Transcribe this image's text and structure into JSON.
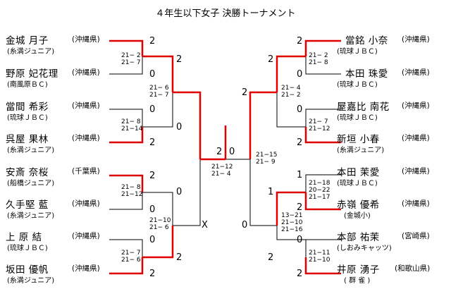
{
  "title": "４年生以下女子 決勝トーナメント",
  "left_players": [
    {
      "name": "金城 月子",
      "team": "(沖縄県)",
      "club": "(糸満ジュニア)"
    },
    {
      "name": "野原 妃花理",
      "team": "(沖縄県)",
      "club": "(南風原ＢＣ)"
    },
    {
      "name": "當間 希彩",
      "team": "(沖縄県)",
      "club": "(琉球ＪＢＣ)"
    },
    {
      "name": "呉屋 果林",
      "team": "(沖縄県)",
      "club": "(糸満ジュニア)"
    },
    {
      "name": "安斎 奈桜",
      "team": "(千葉県)",
      "club": "(船橋ジュニア)"
    },
    {
      "name": "久手堅 藍",
      "team": "(沖縄県)",
      "club": "(糸満ジュニア)"
    },
    {
      "name": "上 原 結",
      "team": "(沖縄県)",
      "club": "(琉球ＪＢＣ)"
    },
    {
      "name": "坂田 優帆",
      "team": "(沖縄県)",
      "club": "(糸満ジュニア)"
    }
  ],
  "right_players": [
    {
      "name": "當銘 小奈",
      "team": "(沖縄県)",
      "club": "(琉球ＪＢＣ)"
    },
    {
      "name": "本田 珠愛",
      "team": "(沖縄県)",
      "club": "(琉球ＪＢＣ)"
    },
    {
      "name": "屋嘉比 南花",
      "team": "(沖縄県)",
      "club": "(琉球ＪＢＣ)"
    },
    {
      "name": "新垣 小春",
      "team": "(沖縄県)",
      "club": "(糸満ジュニア)"
    },
    {
      "name": "本田 茉愛",
      "team": "(沖縄県)",
      "club": "(琉球ＪＢＣ)"
    },
    {
      "name": "赤嶺 優希",
      "team": "(沖縄県)",
      "club": "(金城小)"
    },
    {
      "name": "本部 祐茉",
      "team": "(宮崎県)",
      "club": "(しおみキャッツ)"
    },
    {
      "name": "井原 湧子",
      "team": "(和歌山県)",
      "club": "( 群 雀 )"
    }
  ],
  "wins": {
    "l1a": "2",
    "l1b": "0",
    "l1c": "0",
    "l1d": "2",
    "l1e": "2",
    "l1f": "0",
    "l1g": "0",
    "l1h": "2",
    "l2a": "2",
    "l2b": "0",
    "l2c": "0",
    "l2d": "2",
    "r1a": "2",
    "r1b": "0",
    "r1c": "0",
    "r1d": "2",
    "r1e": "1",
    "r1f": "2",
    "r1g": "0",
    "r1h": "2",
    "r2a": "2",
    "r2b": "1",
    "r2c": "0",
    "r2d": "2",
    "f_left": "2",
    "f_right": "0",
    "f_x": "X"
  },
  "scores": {
    "l_m1": "21− 2\n21− 7",
    "l_m2": "21− 8\n21−14",
    "l_m3": "21− 8\n21−12",
    "l_m4": "21− 7\n21− 6",
    "l_sf1": "21− 6\n21− 7",
    "l_sf2": "21−10\n21− 6",
    "final_l": "21−12\n21− 4",
    "final_r": "21−15\n21− 9",
    "r_sf1": "21− 4\n21− 2",
    "r_sf2": "13−21\n21−10\n21−16",
    "r_m1": "21− 2\n21− 8",
    "r_m2": "21− 7\n21−12",
    "r_m3": "21−18\n20−22\n21−17",
    "r_m4": "21−11\n21−10"
  }
}
